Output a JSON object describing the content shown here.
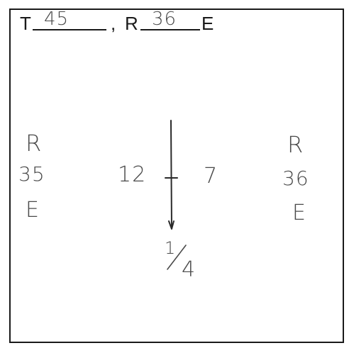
{
  "header": {
    "t_letter": "T",
    "t_value": "45",
    "comma": ",",
    "r_letter": "R",
    "r_value": "36",
    "e_letter": "E"
  },
  "left_label": {
    "top": "R",
    "middle": "35",
    "bottom": "E"
  },
  "right_label": {
    "top": "R",
    "middle": "36",
    "bottom": "E"
  },
  "center": {
    "left_value": "12",
    "right_value": "7",
    "fraction_numerator": "1",
    "fraction_denominator": "4"
  },
  "colors": {
    "ink": "#1a1a1a",
    "pencil": "#4a4a4a"
  }
}
